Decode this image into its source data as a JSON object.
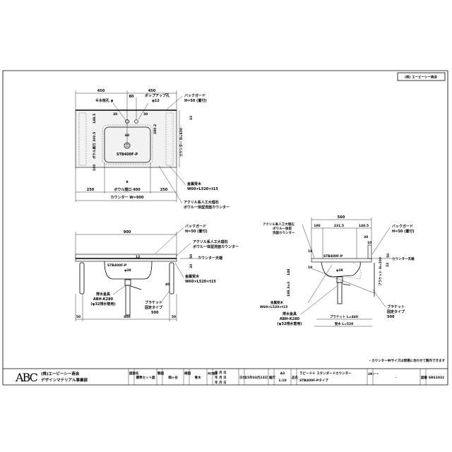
{
  "header_label": "(株) エービーシー商会",
  "plan_view": {
    "dim_left_half": "450",
    "dim_right_half": "450",
    "dim_faucet_offset": "80",
    "popup_hole": "ポップアップ孔",
    "popup_hole_dia": "φ12",
    "faucet_hole": "※水栓孔 φ",
    "backguard": "バックガード",
    "backguard_h": "H=50 (置付)",
    "dim_10": "10",
    "dim_30a": "30",
    "dim_30b": "30",
    "dim_148_5": "148.5",
    "dim_bowl_depth": "ボウル奥行 300.5",
    "dim_60": "60",
    "dim_280_2": "280.2",
    "dim_100": "100",
    "counter_depth": "カウンター D=600",
    "model": "STB400F-P",
    "center_mark": "▲",
    "dim_250_left": "250",
    "bowl_opening": "ボウル開口 400",
    "dim_250_right": "250",
    "counter_width": "カウンター W=900",
    "fitting": "金属受木",
    "fitting_size": "W60×L520×t15",
    "material_1": "アクリル系人工大理石",
    "material_2": "ボウル一体型洗面カウンター"
  },
  "front_view": {
    "dim_total": "900",
    "backguard": "バックガード",
    "backguard_h": "H=50 (置付)",
    "material_1": "アクリル系人工大理石",
    "material_2": "ボウル一体型洗面カウンター",
    "counter_top": "カウンター天端",
    "dim_50": "50",
    "dim_30": "30",
    "dim_12": "12",
    "model": "STB400F-P",
    "pipe_dia": "φ38",
    "fitting": "金属受木",
    "fitting_size": "W60×L520×t15",
    "drain": "排水金具",
    "drain_model": "ABH-K280",
    "drain_note": "(φ32排水管用)",
    "dim_40": "40",
    "bracket": "ブラケット",
    "bracket_type": "固定タイプ",
    "bracket_size": "500",
    "dim_50_left": "50",
    "dim_800": "800",
    "dim_50_right": "50"
  },
  "side_view": {
    "material_1": "アクリル系人工大理石",
    "material_2": "ボウル一体型",
    "material_3": "洗面カウンター",
    "dim_total": "560",
    "dim_100": "100",
    "dim_231_5": "231.5",
    "dim_140_5": "140.5",
    "backguard": "バックガード",
    "backguard_h": "H=50 (置付)",
    "dim_30": "30",
    "dim_10a": "10",
    "dim_10b": "10",
    "dim_10c": "10",
    "dim_12": "12",
    "dim_50": "50",
    "model": "STB400F-P",
    "counter_top": "カウンター天端",
    "dim_148": "148",
    "dim_188": "188.3±3",
    "bracket_h": "ブラケット H=200",
    "pipe_dia": "φ38",
    "fitting": "金属受木",
    "fitting_size": "W60×L520×t15",
    "bracket": "ブラケット",
    "bracket_type": "固定タイプ",
    "bracket_size": "500",
    "drain": "排水金具",
    "drain_model": "ABH-K280",
    "drain_note": "(φ32排水管用)",
    "bracket_len": "ブラケット L=460",
    "fitting_len": "受木 L=520"
  },
  "note": "・カウンターWサイズは現場に合わせて製作できます",
  "title_block": {
    "logo": "ABC",
    "company": "(株)エービーシー商会",
    "department": "デザインマテリアル事業部",
    "drawing_name_label": "図面名",
    "drawing_name": "標準セット図",
    "drawn_label": "製図",
    "drawn_by": "畑ヶ谷",
    "checked_label": "検図",
    "checked_by": "青木",
    "revision_label": "改訂履歴",
    "revision_rows": [
      "年 月 日",
      "年 月 日",
      "年 月 日"
    ],
    "date_label": "日付",
    "date": "15年03月23日",
    "scale_label": "縮尺",
    "paper": "A3",
    "scale": "1:10",
    "product_label": "品名",
    "product_1": "ラピード® スタンダードカウンター",
    "product_2": "STB400F-Pタイプ",
    "code_label": "品番コード",
    "code": "-",
    "drawing_no_label": "図番",
    "drawing_no": "SRS1031"
  }
}
